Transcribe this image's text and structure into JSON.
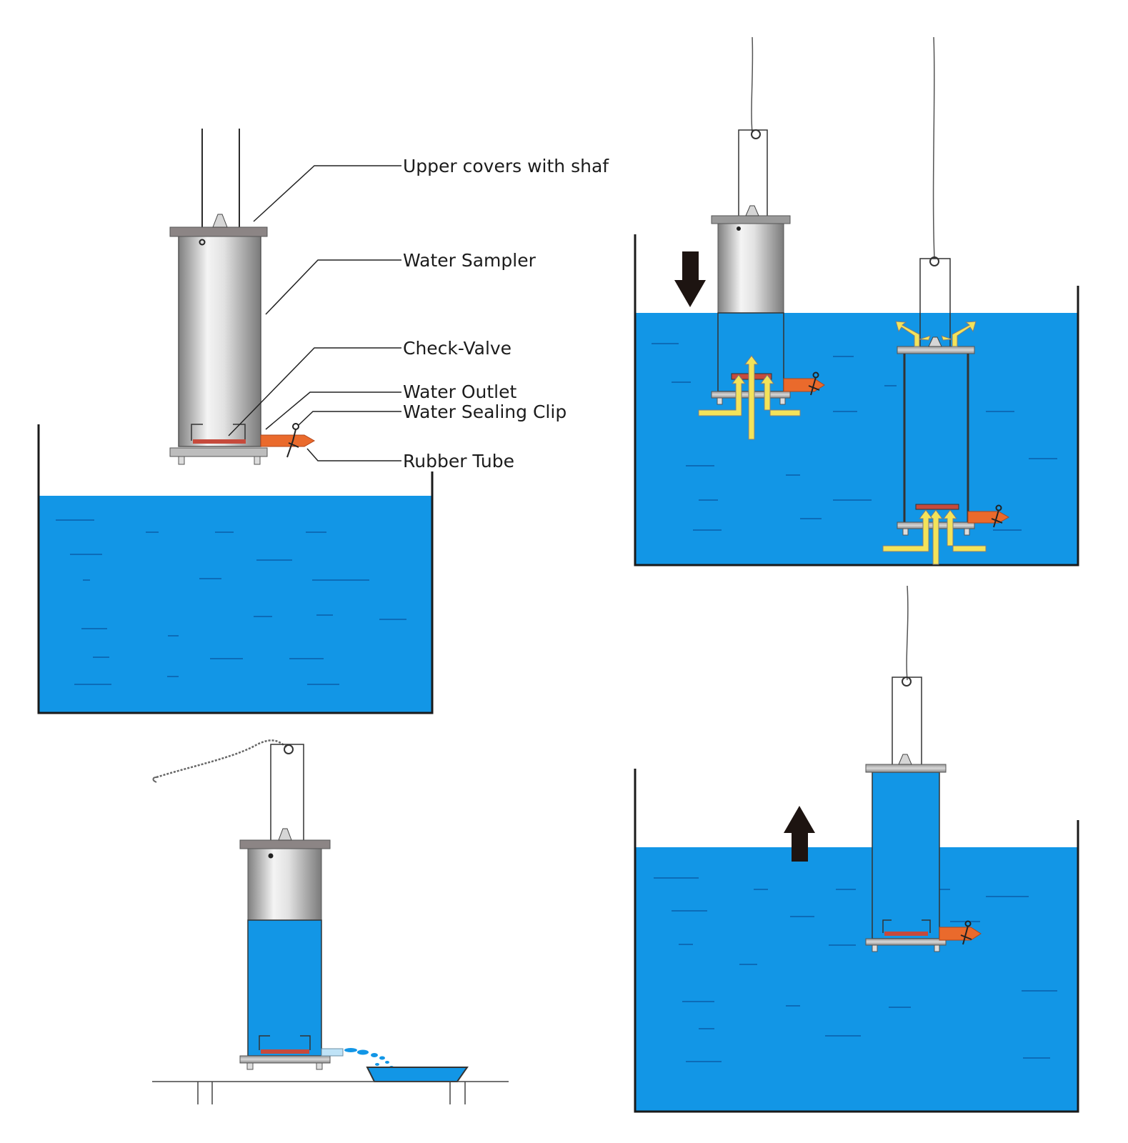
{
  "labels": {
    "upper_covers": "Upper covers with shaf",
    "water_sampler": "Water Sampler",
    "check_valve": "Check-Valve",
    "water_outlet": "Water Outlet",
    "water_sealing_clip": "Water Sealing Clip",
    "rubber_tube": "Rubber Tube"
  },
  "colors": {
    "water": "#1296e6",
    "water_lines": "#0b5fa8",
    "tank_wall": "#1a1a1a",
    "steel_dark": "#7f7f7f",
    "steel_light": "#f4f4f4",
    "lid": "#8c8585",
    "valve": "#c64a3c",
    "tube": "#ea6a2c",
    "flow_arrow": "#f3e35a",
    "direction_arrow": "#1d1411"
  },
  "icons": {
    "down": "arrow-down-icon",
    "up": "arrow-up-icon",
    "flow": "flow-arrow-icon",
    "clip": "sealing-clip-icon"
  }
}
